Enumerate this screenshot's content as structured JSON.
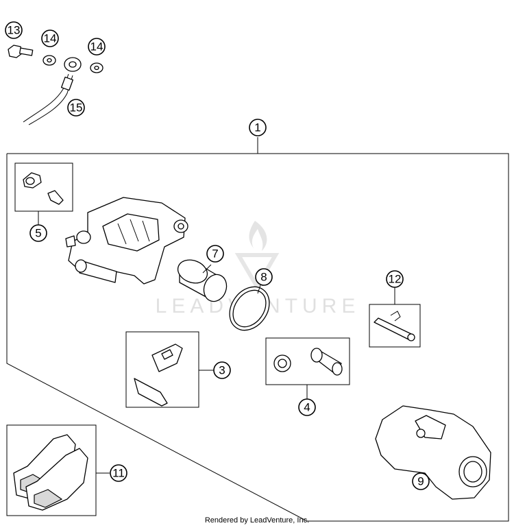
{
  "diagram": {
    "callouts": [
      {
        "id": "13",
        "label": "13"
      },
      {
        "id": "14a",
        "label": "14"
      },
      {
        "id": "14b",
        "label": "14"
      },
      {
        "id": "15",
        "label": "15"
      },
      {
        "id": "1",
        "label": "1"
      },
      {
        "id": "5",
        "label": "5"
      },
      {
        "id": "7",
        "label": "7"
      },
      {
        "id": "8",
        "label": "8"
      },
      {
        "id": "12",
        "label": "12"
      },
      {
        "id": "3",
        "label": "3"
      },
      {
        "id": "4",
        "label": "4"
      },
      {
        "id": "11",
        "label": "11"
      },
      {
        "id": "9",
        "label": "9"
      }
    ],
    "watermark": "LEADVENTURE",
    "footer": "Rendered by LeadVenture, Inc."
  }
}
